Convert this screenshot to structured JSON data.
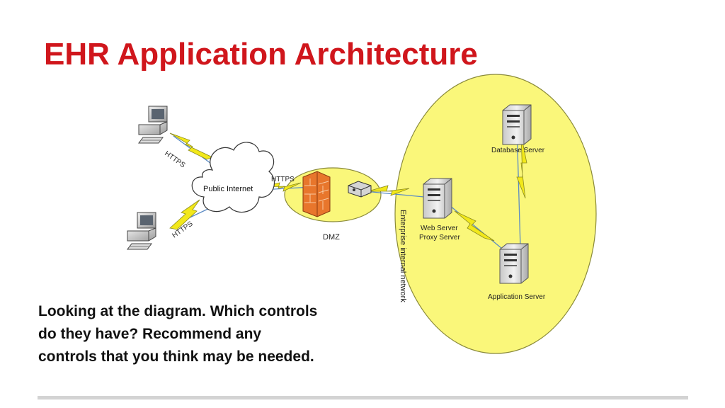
{
  "slide": {
    "title": "EHR Application Architecture",
    "question_lines": [
      "Looking at the diagram. Which controls",
      "do they have? Recommend any",
      "controls that you think may be needed."
    ]
  },
  "diagram": {
    "nodes": {
      "public_internet": "Public Internet",
      "dmz": "DMZ",
      "database_server": "Database Server",
      "web_server_line1": "Web Server",
      "web_server_line2": "Proxy Server",
      "application_server": "Application Server",
      "enterprise_network": "Enterprise internal network"
    },
    "links": {
      "https_top_client": "HTTPS",
      "https_bottom_client": "HTTPS",
      "https_dmz": "HTTPS"
    },
    "icons": [
      "desktop-computer-icon",
      "cloud-icon",
      "firewall-icon",
      "router-icon",
      "server-icon"
    ],
    "colors": {
      "title": "#d0161c",
      "enterprise_zone": "#faf77a",
      "zone_border": "#8a8a3a",
      "lightning": "#f2e81a",
      "firewall": "#e8762c",
      "cable": "#5b8bc4"
    }
  }
}
